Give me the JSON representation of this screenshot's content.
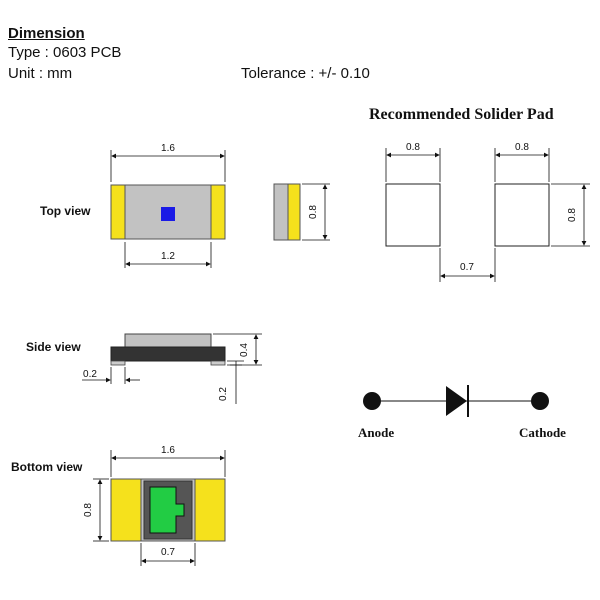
{
  "header": {
    "title": "Dimension",
    "type": "Type : 0603  PCB",
    "unit": "Unit : mm",
    "tolerance": "Tolerance : +/- 0.10"
  },
  "views": {
    "top": "Top view",
    "side": "Side view",
    "bottom": "Bottom view"
  },
  "pad": {
    "title": "Recommended Solider Pad",
    "width_left": "0.8",
    "width_right": "0.8",
    "height": "0.8",
    "gap": "0.7"
  },
  "top_view": {
    "length": "1.6",
    "inner": "1.2",
    "end_height": "0.8"
  },
  "side_view": {
    "height": "0.4",
    "foot_left": "0.2",
    "base": "0.2"
  },
  "bottom_view": {
    "length": "1.6",
    "height": "0.8",
    "pad_width": "0.7"
  },
  "diode": {
    "anode": "Anode",
    "cathode": "Cathode"
  },
  "colors": {
    "terminal": "#f5e11c",
    "body": "#c2c2c2",
    "chip": "#1a1ae6",
    "green_pad": "#22cc44",
    "dark": "#333333"
  }
}
